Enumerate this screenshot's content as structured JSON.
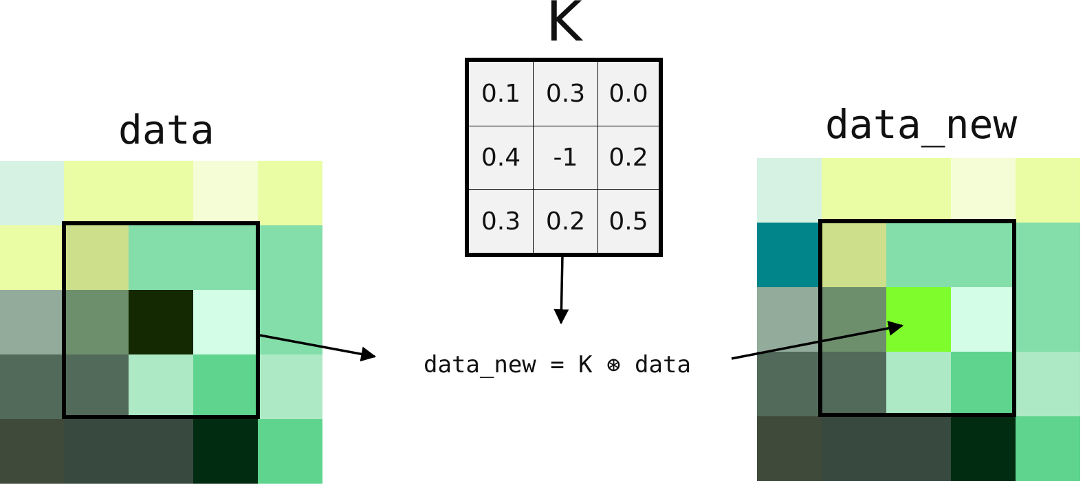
{
  "titles": {
    "data": "data",
    "kernel": "K",
    "data_new": "data_new"
  },
  "equation": "data_new = K ⊛ data",
  "kernel": [
    [
      "0.1",
      "0.3",
      "0.0"
    ],
    [
      "0.4",
      "-1",
      "0.2"
    ],
    [
      "0.3",
      "0.2",
      "0.5"
    ]
  ],
  "data_colors": [
    [
      "#d6f2e2",
      "#eafca4",
      "#eafca4",
      "#f5fdd7",
      "#eafca4"
    ],
    [
      "#eafca4",
      "#cddf8a",
      "#84dea9",
      "#84dea9",
      "#84dea9"
    ],
    [
      "#93ab9b",
      "#6e8f6c",
      "#142801",
      "#d3fde6",
      "#84dea9"
    ],
    [
      "#526a5a",
      "#526a5a",
      "#ade9c5",
      "#5fd48f",
      "#ade9c5"
    ],
    [
      "#3f4a3a",
      "#384a40",
      "#384a40",
      "#022c11",
      "#5fd48f"
    ]
  ],
  "data_new_colors": [
    [
      "#d6f2e2",
      "#eafca4",
      "#eafca4",
      "#f5fdd7",
      "#eafca4"
    ],
    [
      "#02858a",
      "#cddf8a",
      "#84dea9",
      "#84dea9",
      "#84dea9"
    ],
    [
      "#93ab9b",
      "#6e8f6c",
      "#7ffc2b",
      "#d3fde6",
      "#84dea9"
    ],
    [
      "#526a5a",
      "#526a5a",
      "#ade9c5",
      "#5fd48f",
      "#ade9c5"
    ],
    [
      "#3f4a3a",
      "#384a40",
      "#384a40",
      "#022c11",
      "#5fd48f"
    ]
  ]
}
